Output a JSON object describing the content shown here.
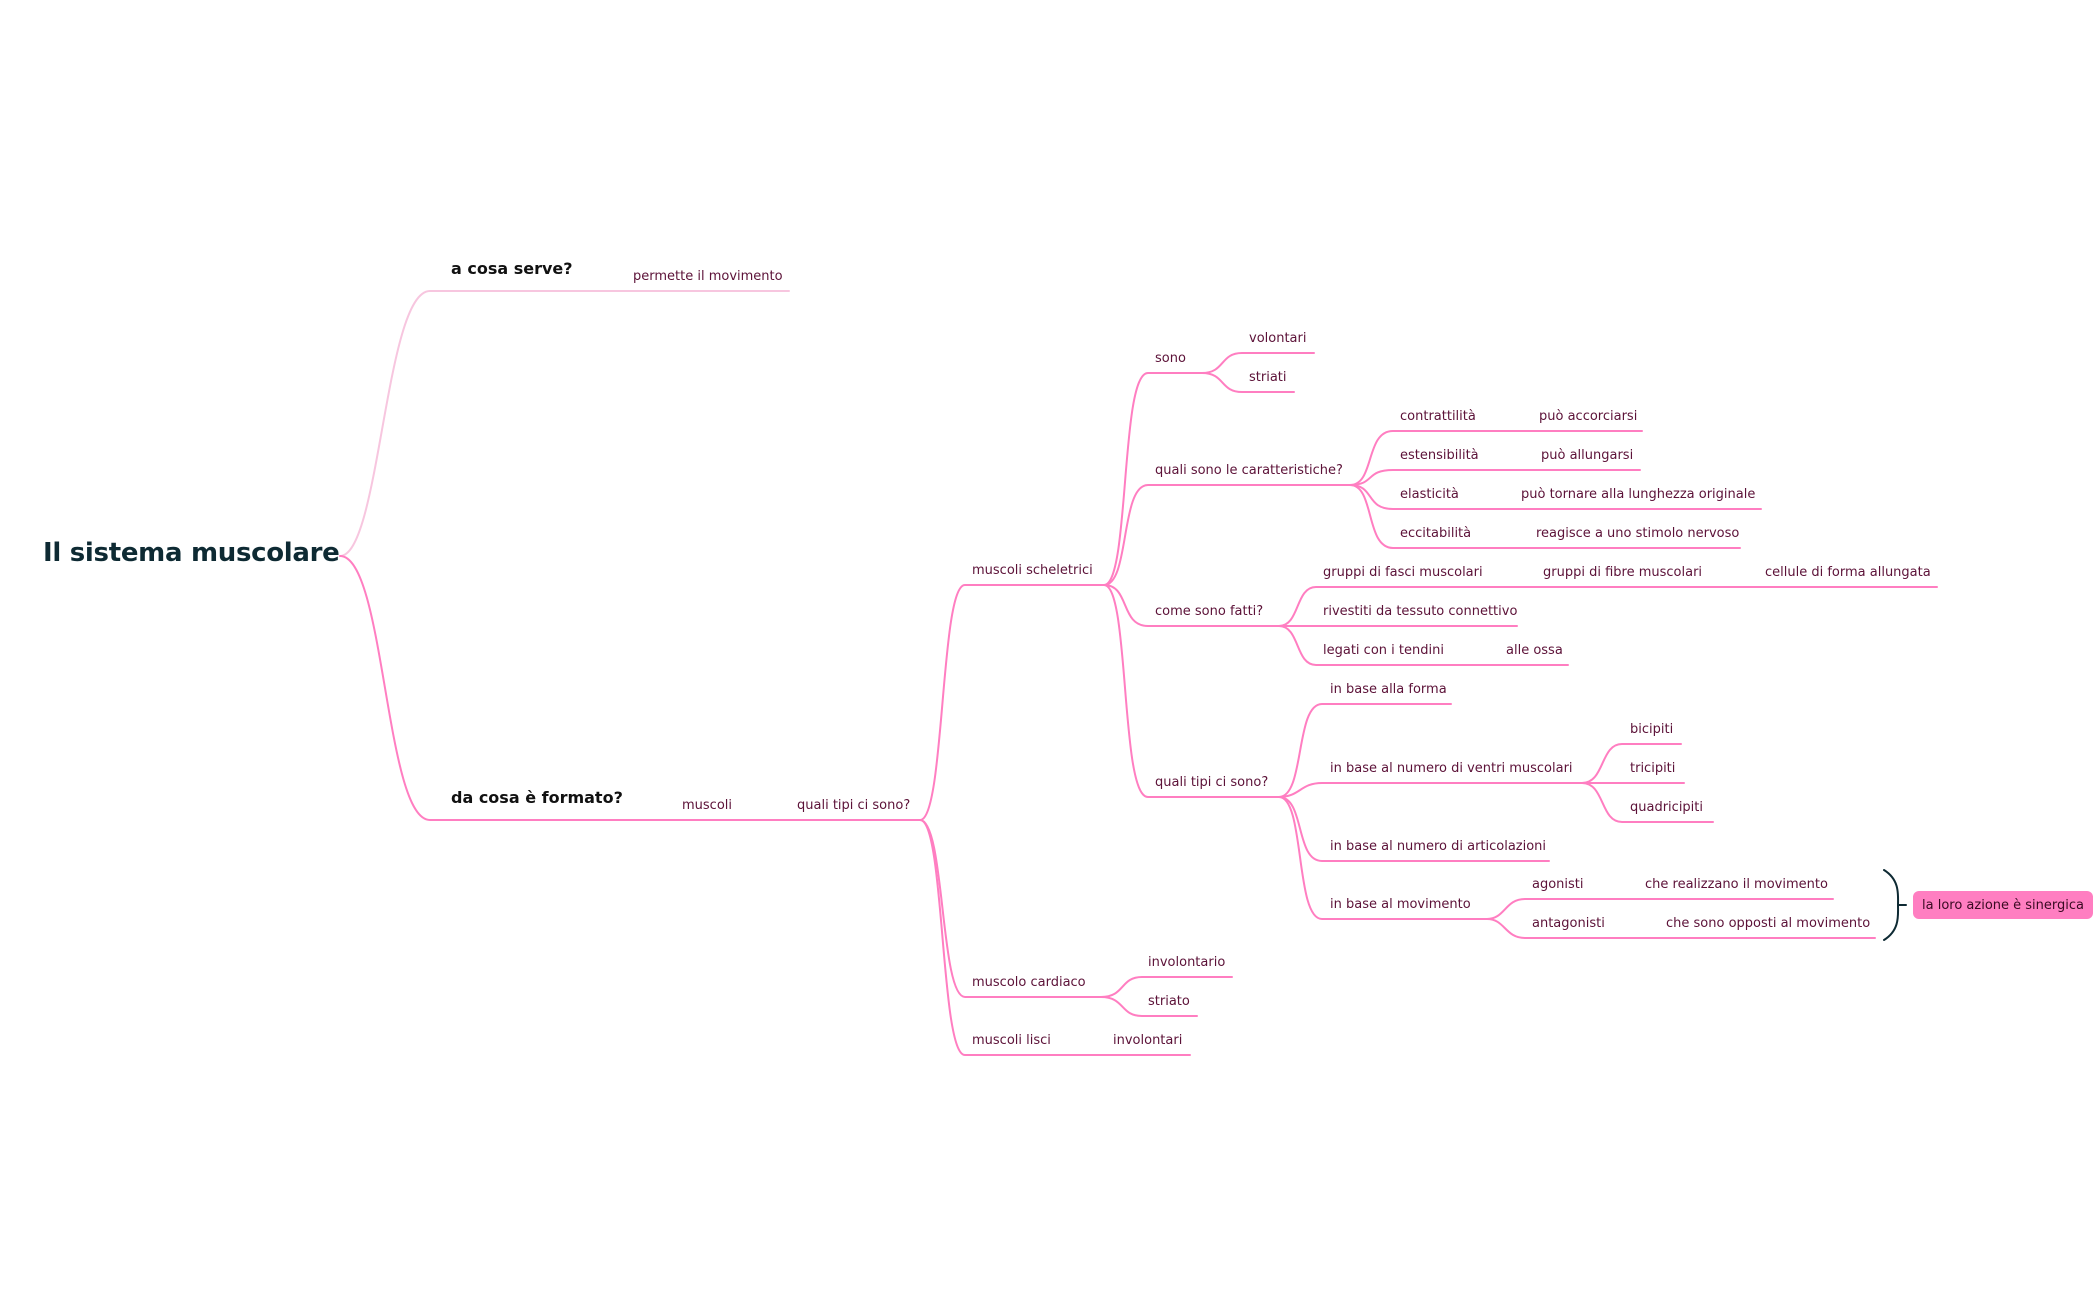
{
  "map": {
    "title": "Il sistema muscolare",
    "colors": {
      "branch_primary": "#ff7ec1",
      "branch_faded": "#f7c6df",
      "text_sub": "#5c1238",
      "text_root": "#0e2a33",
      "summary_bg": "#ff7ec1",
      "bracket": "#0e2a33"
    },
    "branch1": {
      "label": "a cosa serve?",
      "child": "permette il movimento"
    },
    "branch2": {
      "label": "da cosa è formato?",
      "child": "muscoli",
      "grandchild": "quali tipi ci sono?",
      "types": {
        "skeletal": {
          "label": "muscoli scheletrici",
          "sono": {
            "label": "sono",
            "items": [
              "volontari",
              "striati"
            ]
          },
          "characteristics": {
            "label": "quali sono le caratteristiche?",
            "items": [
              {
                "name": "contrattilità",
                "desc": "può accorciarsi"
              },
              {
                "name": "estensibilità",
                "desc": "può allungarsi"
              },
              {
                "name": "elasticità",
                "desc": "può tornare alla lunghezza originale"
              },
              {
                "name": "eccitabilità",
                "desc": "reagisce a uno stimolo nervoso"
              }
            ]
          },
          "structure": {
            "label": "come sono fatti?",
            "items": [
              {
                "name": "gruppi di fasci muscolari",
                "desc": "gruppi di fibre muscolari",
                "desc2": "cellule di forma allungata"
              },
              {
                "name": "rivestiti da tessuto connettivo"
              },
              {
                "name": "legati con i tendini",
                "desc": "alle ossa"
              }
            ]
          },
          "kinds": {
            "label": "quali tipi ci sono?",
            "shape": "in base alla forma",
            "bellies": {
              "label": "in base al numero di ventri muscolari",
              "items": [
                "bicipiti",
                "tricipiti",
                "quadricipiti"
              ]
            },
            "joints": "in base al numero di articolazioni",
            "movement": {
              "label": "in base al movimento",
              "items": [
                {
                  "name": "agonisti",
                  "desc": "che realizzano il movimento"
                },
                {
                  "name": "antagonisti",
                  "desc": "che sono opposti al movimento"
                }
              ],
              "summary": "la loro azione è sinergica"
            }
          }
        },
        "cardiac": {
          "label": "muscolo cardiaco",
          "items": [
            "involontario",
            "striato"
          ]
        },
        "smooth": {
          "label": "muscoli lisci",
          "items": [
            "involontari"
          ]
        }
      }
    }
  }
}
